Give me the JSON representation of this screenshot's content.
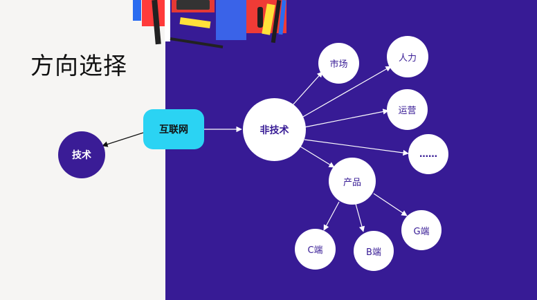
{
  "slide": {
    "title": "方向选择"
  },
  "colors": {
    "left_background": "#f6f5f3",
    "right_background": "#371b95",
    "hub_fill": "#2bd3f3",
    "node_fill": "#ffffff",
    "node_text": "#371b95",
    "tech_node_fill": "#3a1c96"
  },
  "diagram": {
    "hub": {
      "label": "互联网"
    },
    "tech": {
      "label": "技术"
    },
    "non_tech": {
      "label": "非技术"
    },
    "branches": {
      "market": "市场",
      "hr": "人力",
      "operations": "运营",
      "more": "……",
      "product": "产品"
    },
    "product_children": {
      "c_end": "C端",
      "b_end": "B端",
      "g_end": "G端"
    }
  }
}
